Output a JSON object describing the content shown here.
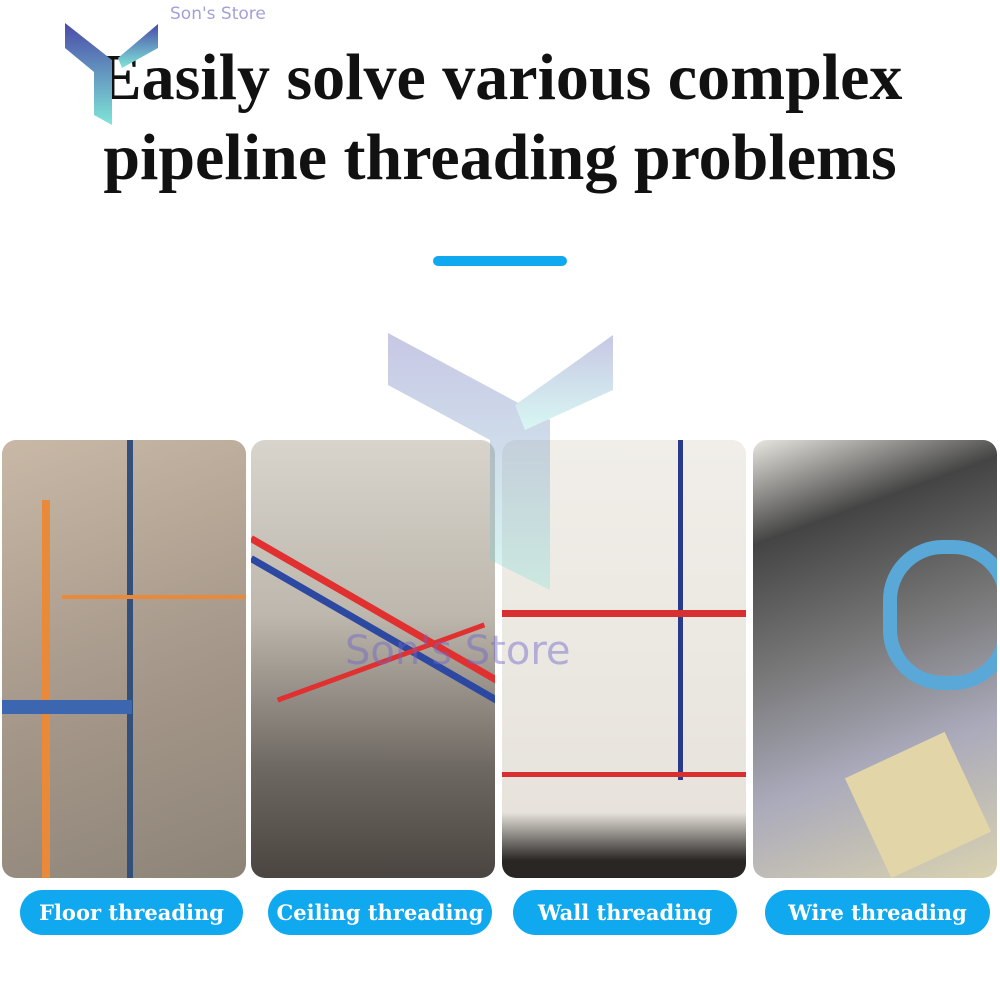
{
  "headline": {
    "line1": "Easily solve various complex",
    "line2": "pipeline threading problems"
  },
  "accent_color": "#10a8ee",
  "watermark": {
    "text": "Son's Store"
  },
  "panels": [
    {
      "label": "Floor threading"
    },
    {
      "label": "Ceiling threading"
    },
    {
      "label": "Wall threading"
    },
    {
      "label": "Wire threading"
    }
  ]
}
